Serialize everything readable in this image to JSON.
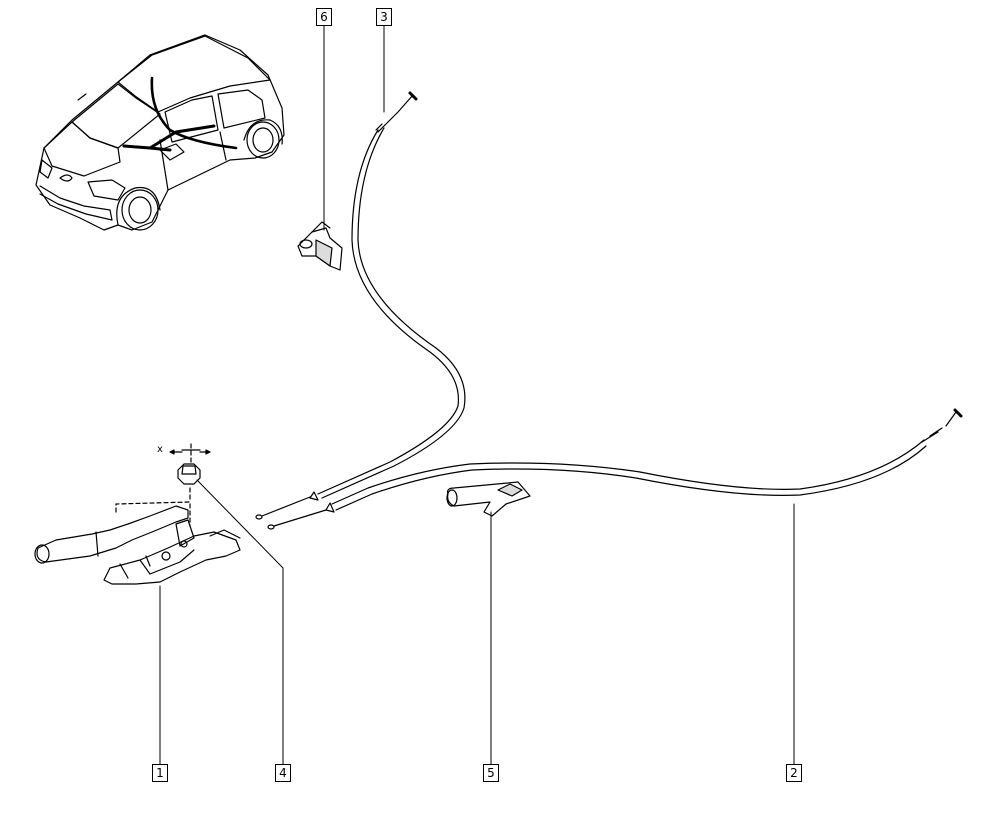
{
  "callouts": [
    {
      "id": "1",
      "label": "1"
    },
    {
      "id": "2",
      "label": "2"
    },
    {
      "id": "3",
      "label": "3"
    },
    {
      "id": "4",
      "label": "4"
    },
    {
      "id": "5",
      "label": "5"
    },
    {
      "id": "6",
      "label": "6"
    }
  ],
  "dimension_label": "x",
  "colors": {
    "line": "#000000",
    "fill": "#ffffff",
    "shade": "#dcdcdc"
  }
}
